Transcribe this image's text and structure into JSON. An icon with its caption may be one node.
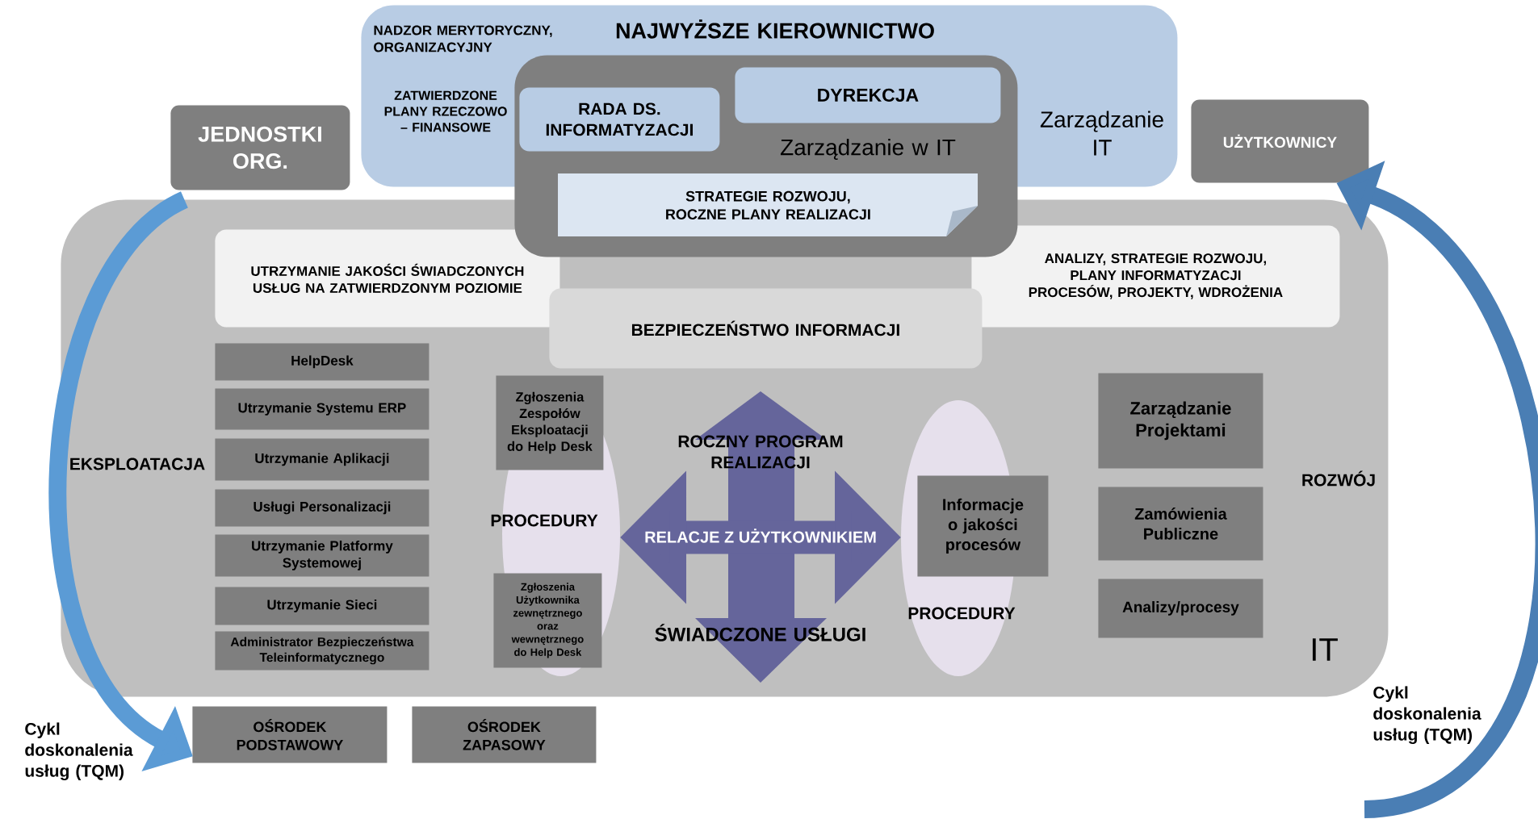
{
  "diagram": {
    "nodes": [
      {
        "text": [
          "NADZOR MERYTORYCZNY, ORGANIZACYJNY",
          "NAJWYŻSZE KIEROWNICTWO",
          "ZATWIERDZONE PLANY RZECZOWO – FINANSOWE",
          "Zarządzanie IT"
        ]
      },
      {
        "text": [
          "JEDNOSTKI ORG."
        ]
      },
      {
        "text": [
          "UŻYTKOWNICY"
        ]
      },
      {
        "text": [
          "Zarządzanie w IT"
        ]
      },
      {
        "text": [
          "RADA DS. INFORMATYZACJI"
        ]
      },
      {
        "text": [
          "DYREKCJA"
        ]
      },
      {
        "text": [
          "STRATEGIE ROZWOJU, ROCZNE PLANY REALIZACJI"
        ],
        "in": 3
      },
      {
        "text": [
          "EKSPLOATACJA",
          "ROZWÓJ",
          "IT"
        ]
      },
      {
        "text": [
          "UTRZYMANIE JAKOŚCI ŚWIADCZONYCH USŁUG NA ZATWIERDZONYM POZIOMIE"
        ],
        "in": 7
      },
      {
        "text": [
          "ANALIZY, STRATEGIE ROZWOJU, PLANY INFORMATYZACJI PROCESÓW, PROJEKTY, WDROŻENIA"
        ],
        "in": 7
      },
      {
        "text": [
          "BEZPIECZEŃSTWO INFORMACJI"
        ],
        "in": 7
      },
      {
        "text": [
          "HelpDesk"
        ],
        "in": 7
      },
      {
        "text": [
          "Utrzymanie Systemu ERP"
        ],
        "in": 7
      },
      {
        "text": [
          "Utrzymanie Aplikacji"
        ],
        "in": 7
      },
      {
        "text": [
          "Usługi Personalizacji"
        ],
        "in": 7
      },
      {
        "text": [
          "Utrzymanie Platformy Systemowej"
        ],
        "in": 7
      },
      {
        "text": [
          "Utrzymanie Sieci"
        ],
        "in": 7
      },
      {
        "text": [
          "Administrator Bezpieczeństwa Teleinformatycznego"
        ],
        "in": 7
      },
      {
        "text": [
          "PROCEDURY"
        ],
        "in": 7
      },
      {
        "text": [
          "Zgłoszenia Zespołów Eksploatacji do Help Desk"
        ],
        "in": 7
      },
      {
        "text": [
          "Zgłoszenia Użytkownika zewnętrznego oraz wewnętrznego do Help Desk"
        ],
        "in": 7
      },
      {
        "text": [
          "PROCEDURY"
        ],
        "in": 7
      },
      {
        "text": [
          "Informacje o jakości procesów"
        ],
        "in": 7
      },
      {
        "text": [
          "Zarządzanie Projektami"
        ],
        "in": 7
      },
      {
        "text": [
          "Zamówienia Publiczne"
        ],
        "in": 7
      },
      {
        "text": [
          "Analizy/procesy"
        ],
        "in": 7
      },
      {
        "text": [
          "OŚRODEK PODSTAWOWY"
        ]
      },
      {
        "text": [
          "OŚRODEK ZAPASOWY"
        ]
      }
    ],
    "edges": [
      {
        "from": 7,
        "to": 26,
        "arrow": "to",
        "color": "#5b9bd5"
      },
      {
        "from": null,
        "to": 2,
        "arrow": "to",
        "color": "#4a7eb4"
      },
      {
        "from": 18,
        "to": 21,
        "arrow": "both",
        "label": "RELACJE Z UŻYTKOWNIKIEM",
        "style": "thick",
        "color": "#65659b"
      }
    ],
    "labels": [
      "ROCZNY PROGRAM REALIZACJI",
      "ŚWIADCZONE USŁUGI",
      "Cykl doskonalenia usług (TQM)",
      "Cykl doskonalenia usług (TQM)"
    ]
  }
}
